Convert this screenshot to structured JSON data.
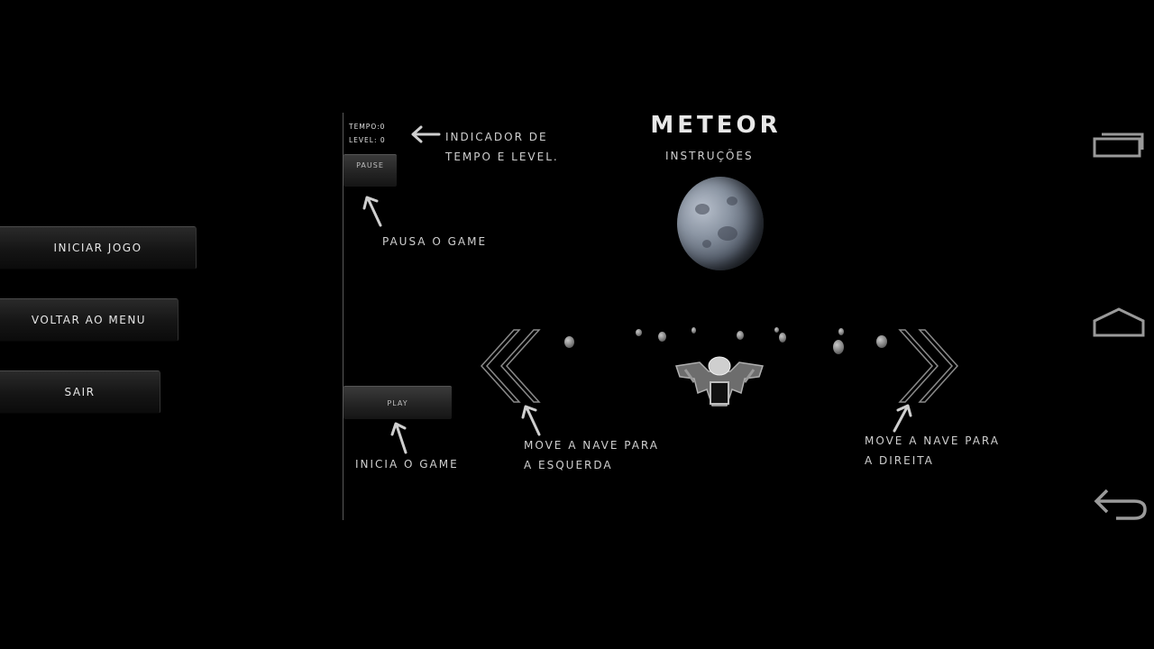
{
  "menu": {
    "start": "Iniciar jogo",
    "back": "Voltar ao menu",
    "exit": "Sair"
  },
  "hud": {
    "time": "Tempo:0",
    "level": "Level: 0"
  },
  "buttons": {
    "pause": "Pause",
    "play": "Play"
  },
  "title": "Meteor",
  "subtitle": "Instruções",
  "hints": {
    "indicator_line1": "Indicador de",
    "indicator_line2": "tempo e level.",
    "pause": "Pausa o game",
    "play": "Inicia o game",
    "left_line1": "Move a nave para",
    "left_line2": "a esquerda",
    "right_line1": "Move a nave para",
    "right_line2": "a direita"
  },
  "icons": {
    "recent_apps": "recent-apps-icon",
    "home": "home-icon",
    "back": "back-icon"
  }
}
